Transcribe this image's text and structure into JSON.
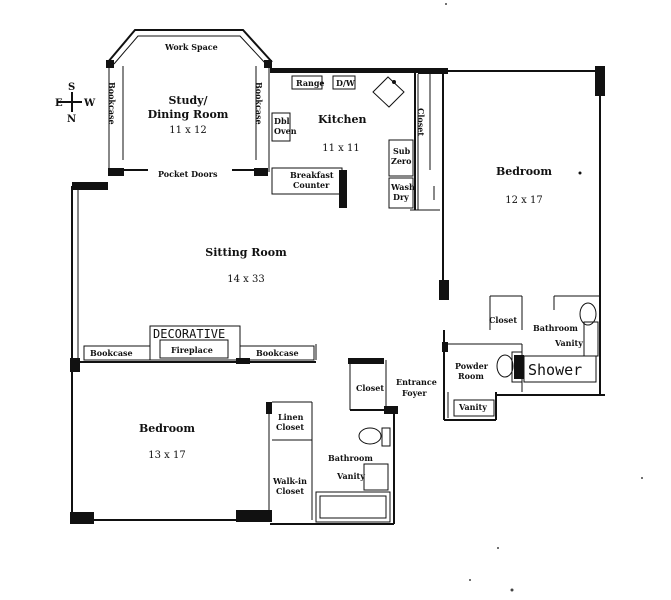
{
  "compass": {
    "s": "S",
    "e": "E",
    "w": "W",
    "n": "N"
  },
  "rooms": {
    "work_space": "Work Space",
    "study_line1": "Study/",
    "study_line2": "Dining Room",
    "study_dim": "11 x 12",
    "bookcase_vertical": "Bookcase",
    "pocket_doors": "Pocket Doors",
    "kitchen": "Kitchen",
    "kitchen_dim": "11 x 11",
    "range": "Range",
    "dw": "D/W",
    "dbl": "Dbl",
    "oven": "Oven",
    "sub": "Sub",
    "zero": "Zero",
    "wash": "Wash",
    "dry": "Dry",
    "breakfast": "Breakfast",
    "counter": "Counter",
    "closet_vertical": "Closet",
    "bedroom_right": "Bedroom",
    "bedroom_right_dim": "12 x 17",
    "sitting_room": "Sitting Room",
    "sitting_dim": "14 x 33",
    "decorative": "DECORATIVE",
    "fireplace": "Fireplace",
    "bookcase_left": "Bookcase",
    "bookcase_right": "Bookcase",
    "closet_right": "Closet",
    "bathroom_right": "Bathroom",
    "vanity_right": "Vanity",
    "powder": "Powder",
    "room": "Room",
    "shower": "Shower",
    "vanity_powder": "Vanity",
    "closet_foyer": "Closet",
    "entrance": "Entrance",
    "foyer": "Foyer",
    "bedroom_left": "Bedroom",
    "bedroom_left_dim": "13 x 17",
    "linen": "Linen",
    "linen_closet": "Closet",
    "walkin": "Walk-in",
    "walkin_closet": "Closet",
    "bathroom_left": "Bathroom",
    "vanity_left": "Vanity"
  }
}
